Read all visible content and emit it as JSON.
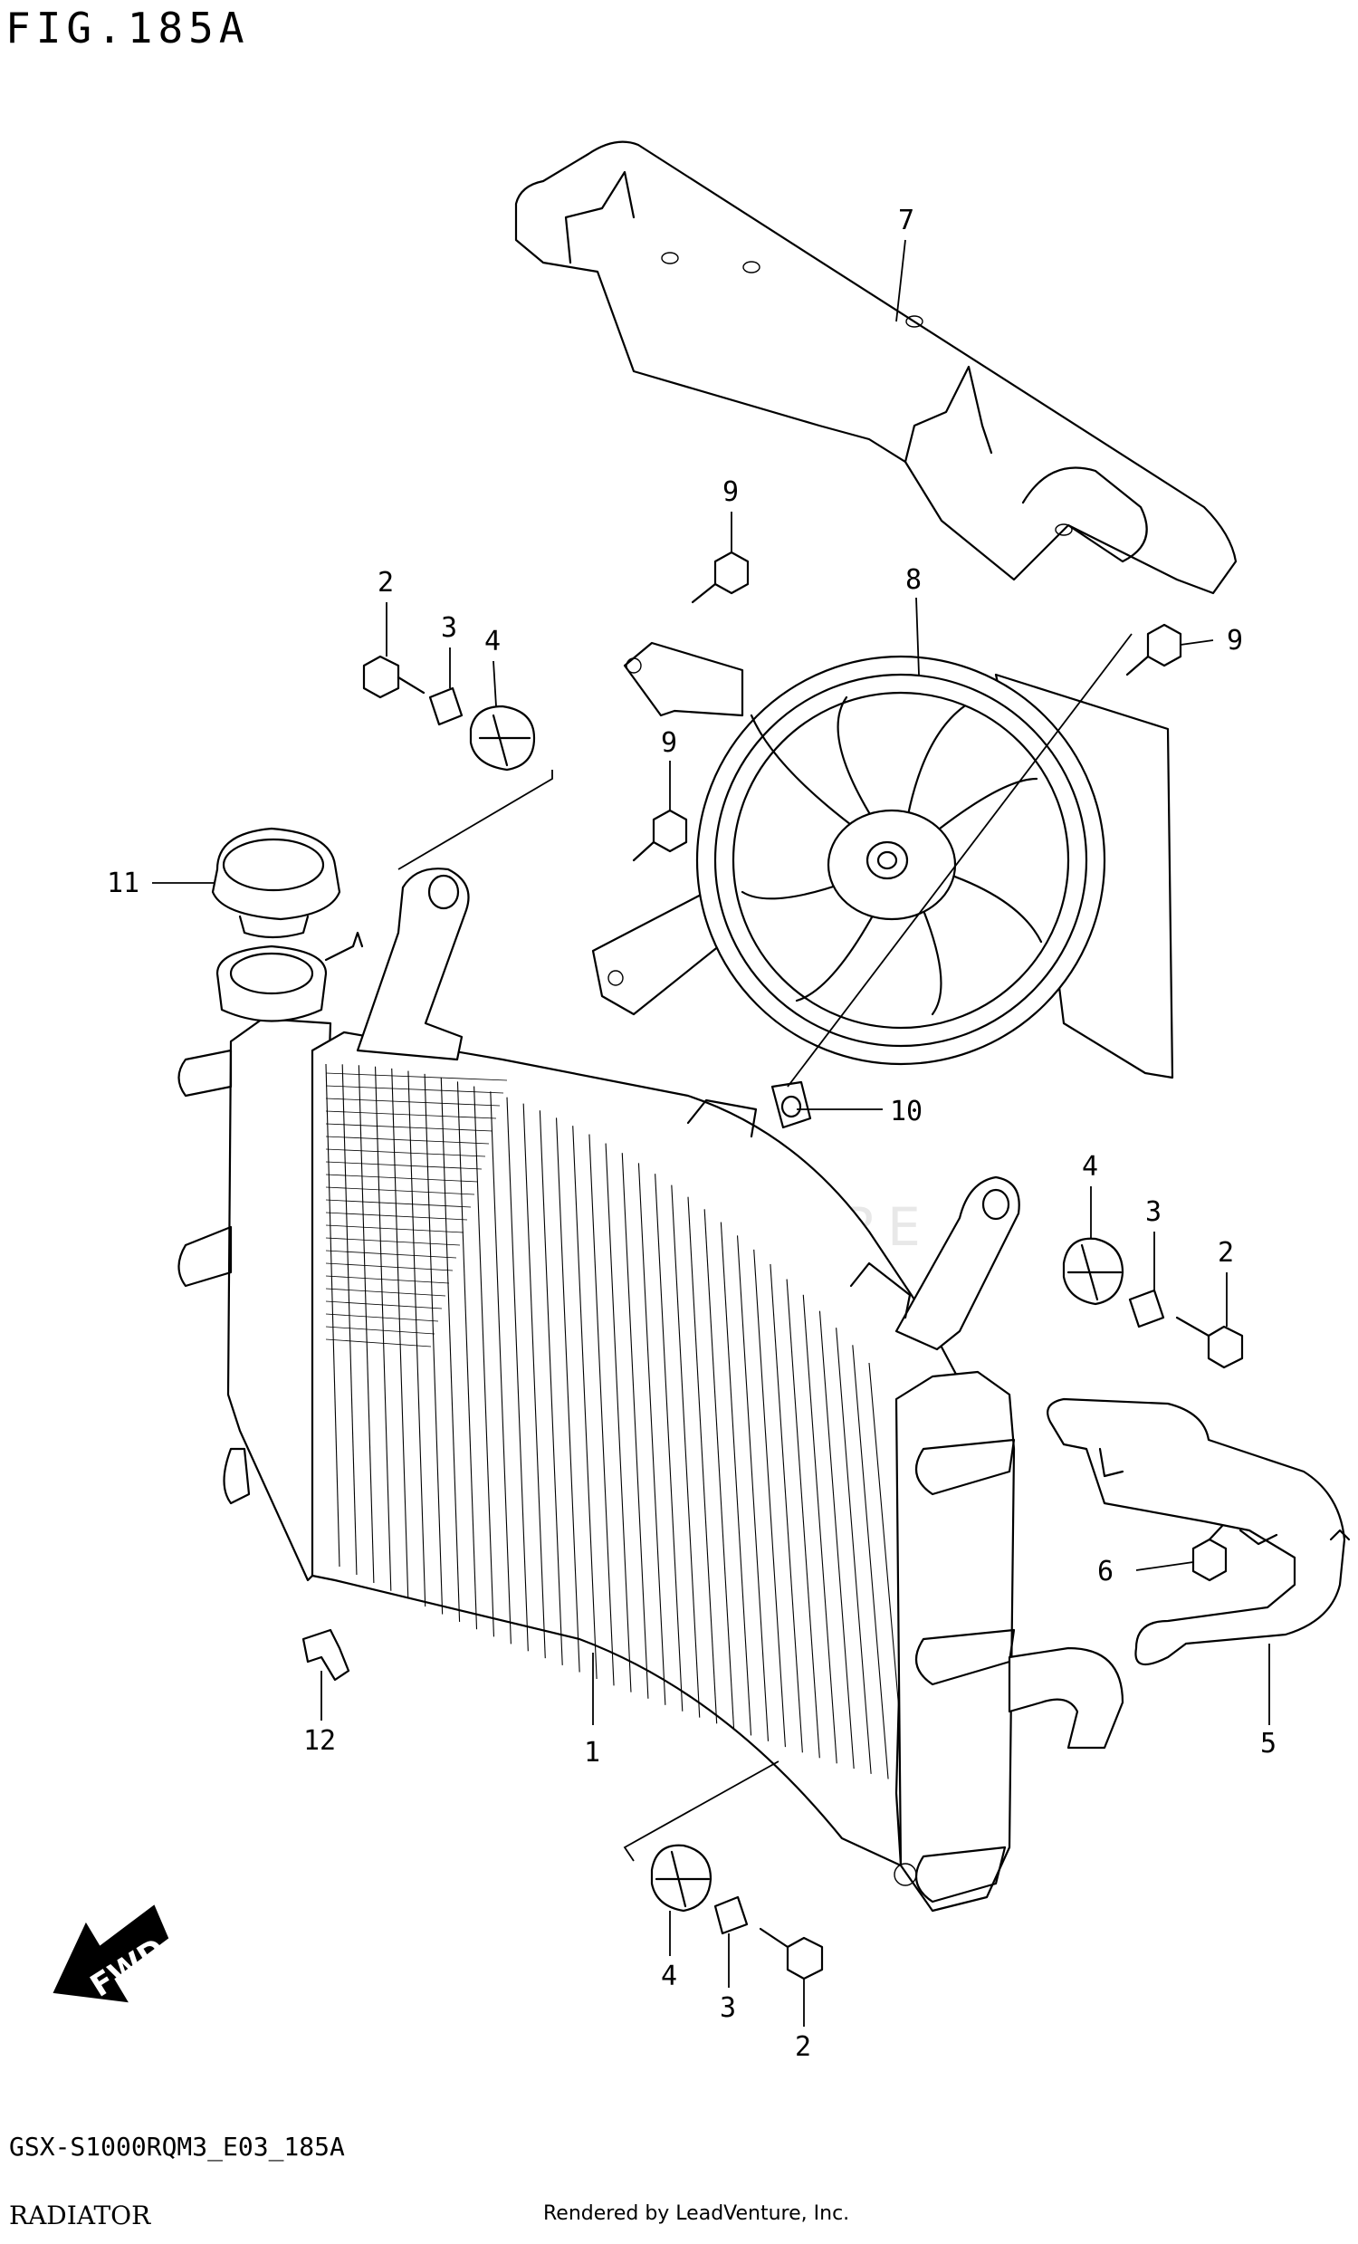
{
  "figure_title": "FIG.185A",
  "model_code": "GSX-S1000RQM3_E03_185A",
  "section_name": "RADIATOR",
  "render_credit": "Rendered by LeadVenture, Inc.",
  "watermark": "LEADVENTURE",
  "fwd_label": "FWD",
  "callouts": {
    "c1": "1",
    "c2a": "2",
    "c2b": "2",
    "c2c": "2",
    "c3a": "3",
    "c3b": "3",
    "c3c": "3",
    "c4a": "4",
    "c4b": "4",
    "c4c": "4",
    "c5": "5",
    "c6": "6",
    "c7": "7",
    "c8": "8",
    "c9a": "9",
    "c9b": "9",
    "c9c": "9",
    "c10": "10",
    "c11": "11",
    "c12": "12"
  }
}
